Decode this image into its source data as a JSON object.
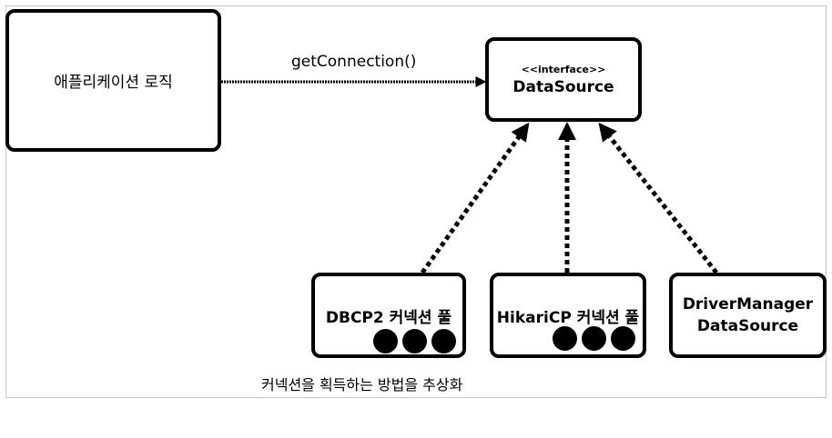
{
  "app_box": {
    "label": "애플리케이션 로직"
  },
  "call_label": "getConnection()",
  "interface_box": {
    "stereotype": "<<interface>>",
    "name": "DataSource"
  },
  "impls": [
    {
      "label": "DBCP2 커넥션 풀"
    },
    {
      "label": "HikariCP 커넥션 풀"
    },
    {
      "line1": "DriverManager",
      "line2": "DataSource"
    }
  ],
  "caption": "커넥션을 획득하는 방법을 추상화"
}
